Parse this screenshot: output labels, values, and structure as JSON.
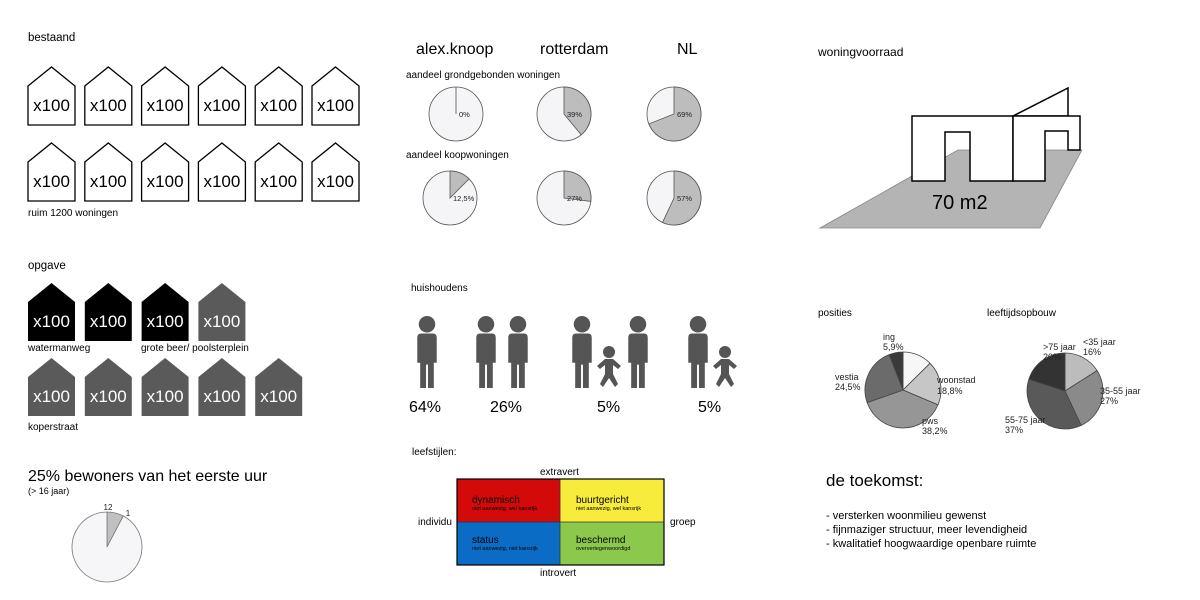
{
  "colors": {
    "ink": "#000000",
    "people": "#555555",
    "pie_fill": "#f5f5f8",
    "pie_slice": "#bdbdbd",
    "pie_stroke": "#555555",
    "floor": "#b4b4b4"
  },
  "bestaand": {
    "title": "bestaand",
    "house_label": "x100",
    "count": 12,
    "caption": "ruim 1200 woningen"
  },
  "opgave": {
    "title": "opgave",
    "groups": [
      {
        "name": "watermanweg",
        "count": 2,
        "color": "#000000"
      },
      {
        "name": "grote beer/ poolsterplein",
        "count": 1,
        "color": "#000000"
      },
      {
        "name": "koperstraat",
        "count": 6,
        "color": "#5a5a5a"
      }
    ]
  },
  "woningvoorraad": {
    "title": "woningvoorraad",
    "area_label": "70 m2"
  },
  "huishoudens": {
    "title": "huishoudens",
    "items": [
      {
        "adults": 1,
        "children": 0,
        "label": "64%"
      },
      {
        "adults": 2,
        "children": 0,
        "label": "26%"
      },
      {
        "adults": 2,
        "children": 1,
        "label": "5%"
      },
      {
        "adults": 1,
        "children": 1,
        "label": "5%"
      }
    ]
  },
  "leefstijlen": {
    "title": "leefstijlen:",
    "axis_top": "extravert",
    "axis_bottom": "introvert",
    "axis_left": "individu",
    "axis_right": "groep",
    "quadrants": [
      {
        "name": "dynamisch",
        "note": "niet aanwezig, wel kansrijk",
        "color": "#d20a0a"
      },
      {
        "name": "buurtgericht",
        "note": "niet aanwezig, wel kansrijk",
        "color": "#f7ec3b"
      },
      {
        "name": "status",
        "note": "niet aanwezig, niet kansrijk",
        "color": "#0a6cc4"
      },
      {
        "name": "beschermd",
        "note": "oververtegenwoordigd",
        "color": "#8cc84b"
      }
    ]
  },
  "toekomst": {
    "title": "de toekomst:",
    "items": [
      "- versterken woonmilieu gewenst",
      "- fijnmaziger structuur, meer levendigheid",
      "- kwalitatief hoogwaardige openbare ruimte"
    ]
  },
  "chart_data": [
    {
      "type": "pie",
      "categories": [
        "alex.knoop",
        "rotterdam",
        "NL"
      ],
      "series": [
        {
          "name": "aandeel grondgebonden woningen",
          "values": [
            0,
            39,
            69
          ],
          "labels": [
            "0%",
            "39%",
            "69%"
          ]
        },
        {
          "name": "aandeel koopwoningen",
          "values": [
            12.5,
            27,
            57
          ],
          "labels": [
            "12,5%",
            "27%",
            "57%"
          ]
        }
      ]
    },
    {
      "type": "pie",
      "title": "25% bewoners van het eerste uur",
      "subtitle": "(> 16 jaar)",
      "slices": [
        {
          "label": "1",
          "value": 1,
          "color": "#c0c0c0"
        },
        {
          "label": "12",
          "value": 12,
          "color": "#f6f6f8"
        }
      ]
    },
    {
      "type": "pie",
      "title": "posities",
      "slices": [
        {
          "value": 12.6,
          "color": "#f7f7f7"
        },
        {
          "name": "woonstad",
          "label": "18,8%",
          "value": 18.8,
          "color": "#c6c6c6"
        },
        {
          "name": "pws",
          "label": "38,2%",
          "value": 38.2,
          "color": "#969696"
        },
        {
          "name": "vestia",
          "label": "24,5%",
          "value": 24.5,
          "color": "#6b6b6b"
        },
        {
          "name": "ing",
          "label": "5,9%",
          "value": 5.9,
          "color": "#3a3a3a"
        }
      ]
    },
    {
      "type": "pie",
      "title": "leeftijdsopbouw",
      "slices": [
        {
          "name": "<35 jaar",
          "label": "16%",
          "value": 16,
          "color": "#bcbcbc"
        },
        {
          "name": "35-55 jaar",
          "label": "27%",
          "value": 27,
          "color": "#8a8a8a"
        },
        {
          "name": "55-75 jaar",
          "label": "37%",
          "value": 37,
          "color": "#595959"
        },
        {
          "name": ">75 jaar",
          "label": "20%",
          "value": 20,
          "color": "#333333"
        }
      ]
    }
  ]
}
